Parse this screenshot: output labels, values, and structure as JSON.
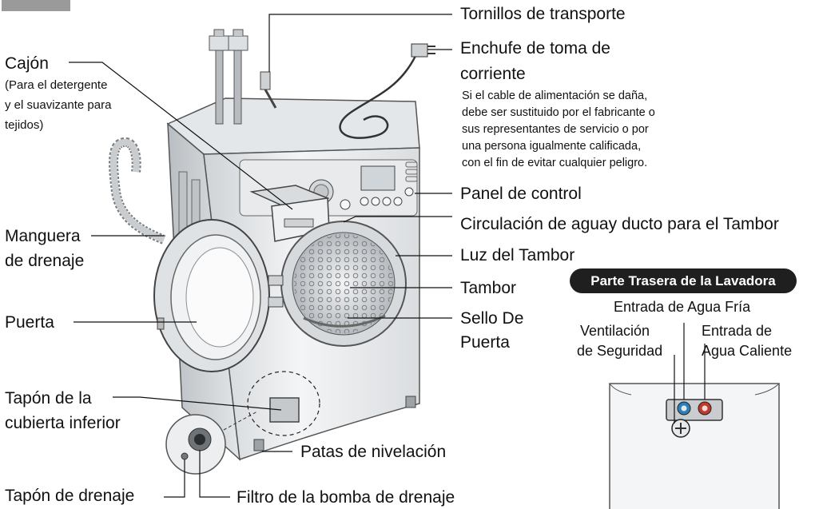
{
  "labels": {
    "transport_screws": "Tornillos de transporte",
    "plug_line1": "Enchufe de toma de",
    "plug_line2": "corriente",
    "plug_note": [
      "Si el cable de alimentación se daña,",
      "debe ser sustituido por el fabricante o",
      "sus representantes de servicio o por",
      "una persona igualmente calificada,",
      "con el fin de evitar cualquier peligro."
    ],
    "control_panel": "Panel de control",
    "water_circulation": "Circulación  de aguay ducto para el Tambor",
    "drum_light": "Luz del Tambor",
    "drum": "Tambor",
    "door_seal_line1": "Sello De",
    "door_seal_line2": "Puerta",
    "drawer": "Cajón",
    "drawer_note": [
      "(Para el detergente",
      "y el suavizante para",
      "tejidos)"
    ],
    "drain_hose_line1": "Manguera",
    "drain_hose_line2": "de drenaje",
    "door": "Puerta",
    "lower_cover_line1": "Tapón de la",
    "lower_cover_line2": "cubierta inferior",
    "leveling_feet": "Patas de nivelación",
    "drain_plug": "Tapón de drenaje",
    "pump_filter": "Filtro de la bomba de drenaje"
  },
  "rear": {
    "title": "Parte Trasera de la Lavadora",
    "cold_inlet": "Entrada de Agua Fría",
    "vent_line1": "Ventilación",
    "vent_line2": "de Seguridad",
    "hot_inlet_line1": "Entrada de",
    "hot_inlet_line2": "Agua Caliente"
  },
  "colors": {
    "line": "#111111",
    "machine_body": "#e9ebed",
    "cold": "#2f7fb6",
    "hot": "#c0392b",
    "pill": "#1f1f1f"
  }
}
